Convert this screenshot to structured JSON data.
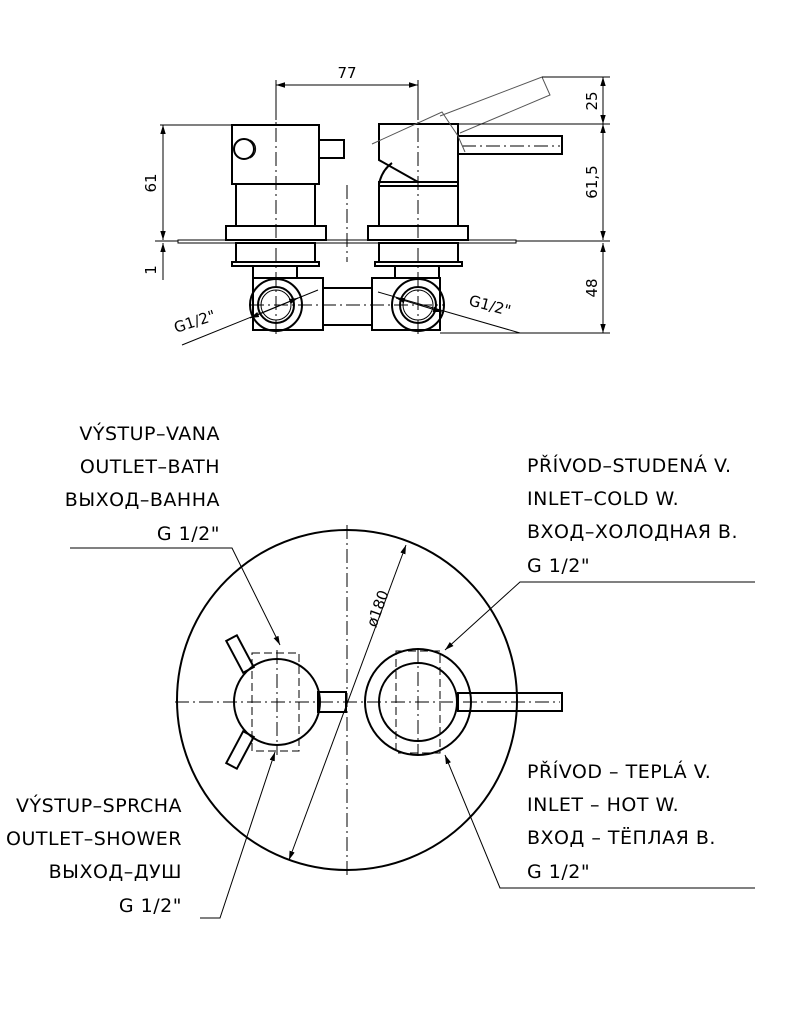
{
  "dimensions": {
    "center_distance": "77",
    "lever_rise": "25",
    "left_height": "61",
    "right_height": "61,5",
    "plate_thickness": "1",
    "depth": "48",
    "thread_left": "G1/2\"",
    "thread_right": "G1/2\"",
    "diameter": "ø180"
  },
  "labels": {
    "outlet_bath": [
      "VÝSTUP–VANA",
      "OUTLET–BATH",
      "ВЫХОД–ВАННА",
      "G 1/2\""
    ],
    "inlet_cold": [
      "PŘÍVOD–STUDENÁ V.",
      "INLET–COLD W.",
      "ВХОД–ХОЛОДНАЯ В.",
      "G 1/2\""
    ],
    "outlet_shower": [
      "VÝSTUP–SPRCHA",
      "OUTLET–SHOWER",
      "ВЫХОД–ДУШ",
      "G 1/2\""
    ],
    "inlet_hot": [
      "PŘÍVOD – TEPLÁ V.",
      "INLET – HOT W.",
      "ВХОД – ТЁПЛАЯ В.",
      "G 1/2\""
    ]
  }
}
